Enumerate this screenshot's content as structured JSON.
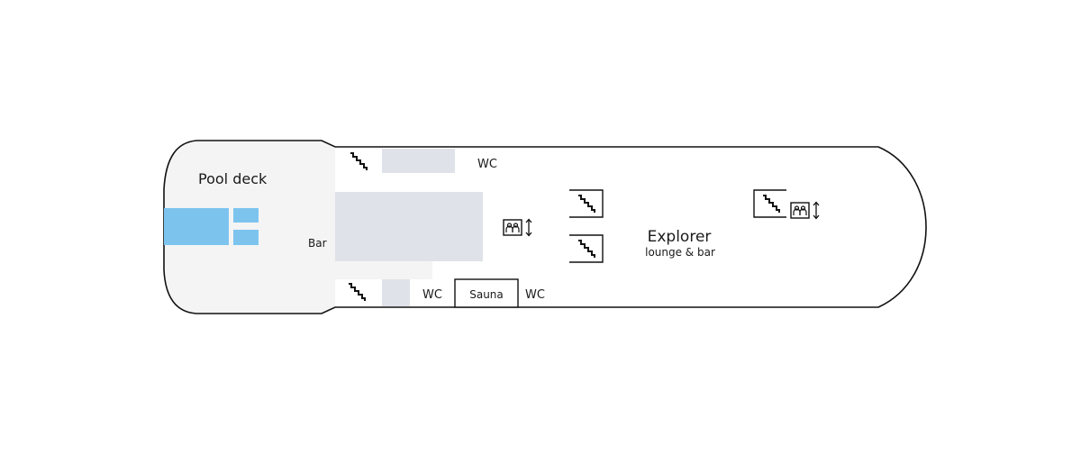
{
  "labels": {
    "pool_deck": "Pool deck",
    "bar": "Bar",
    "wc_top": "WC",
    "wc_bottom_left": "WC",
    "wc_bottom_right": "WC",
    "sauna": "Sauna",
    "explorer_title": "Explorer",
    "explorer_subtitle": "lounge & bar"
  },
  "icons": {
    "stairs": "stairs-icon",
    "elevator": "elevator-icon"
  },
  "colors": {
    "outline": "#111111",
    "pool": "#7cc4ee",
    "aft_area": "#f4f4f4",
    "room_fill": "#dfe2e8"
  }
}
